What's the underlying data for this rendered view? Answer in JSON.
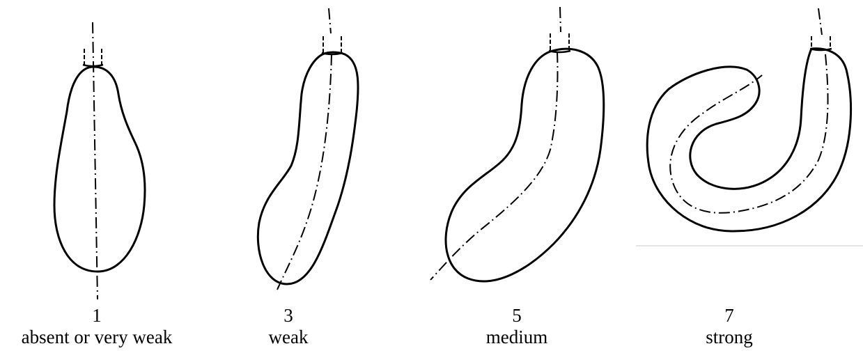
{
  "figure": {
    "items": [
      {
        "note": "1",
        "label": "absent or very weak"
      },
      {
        "note": "3",
        "label": "weak"
      },
      {
        "note": "5",
        "label": "medium"
      },
      {
        "note": "7",
        "label": "strong"
      }
    ]
  }
}
